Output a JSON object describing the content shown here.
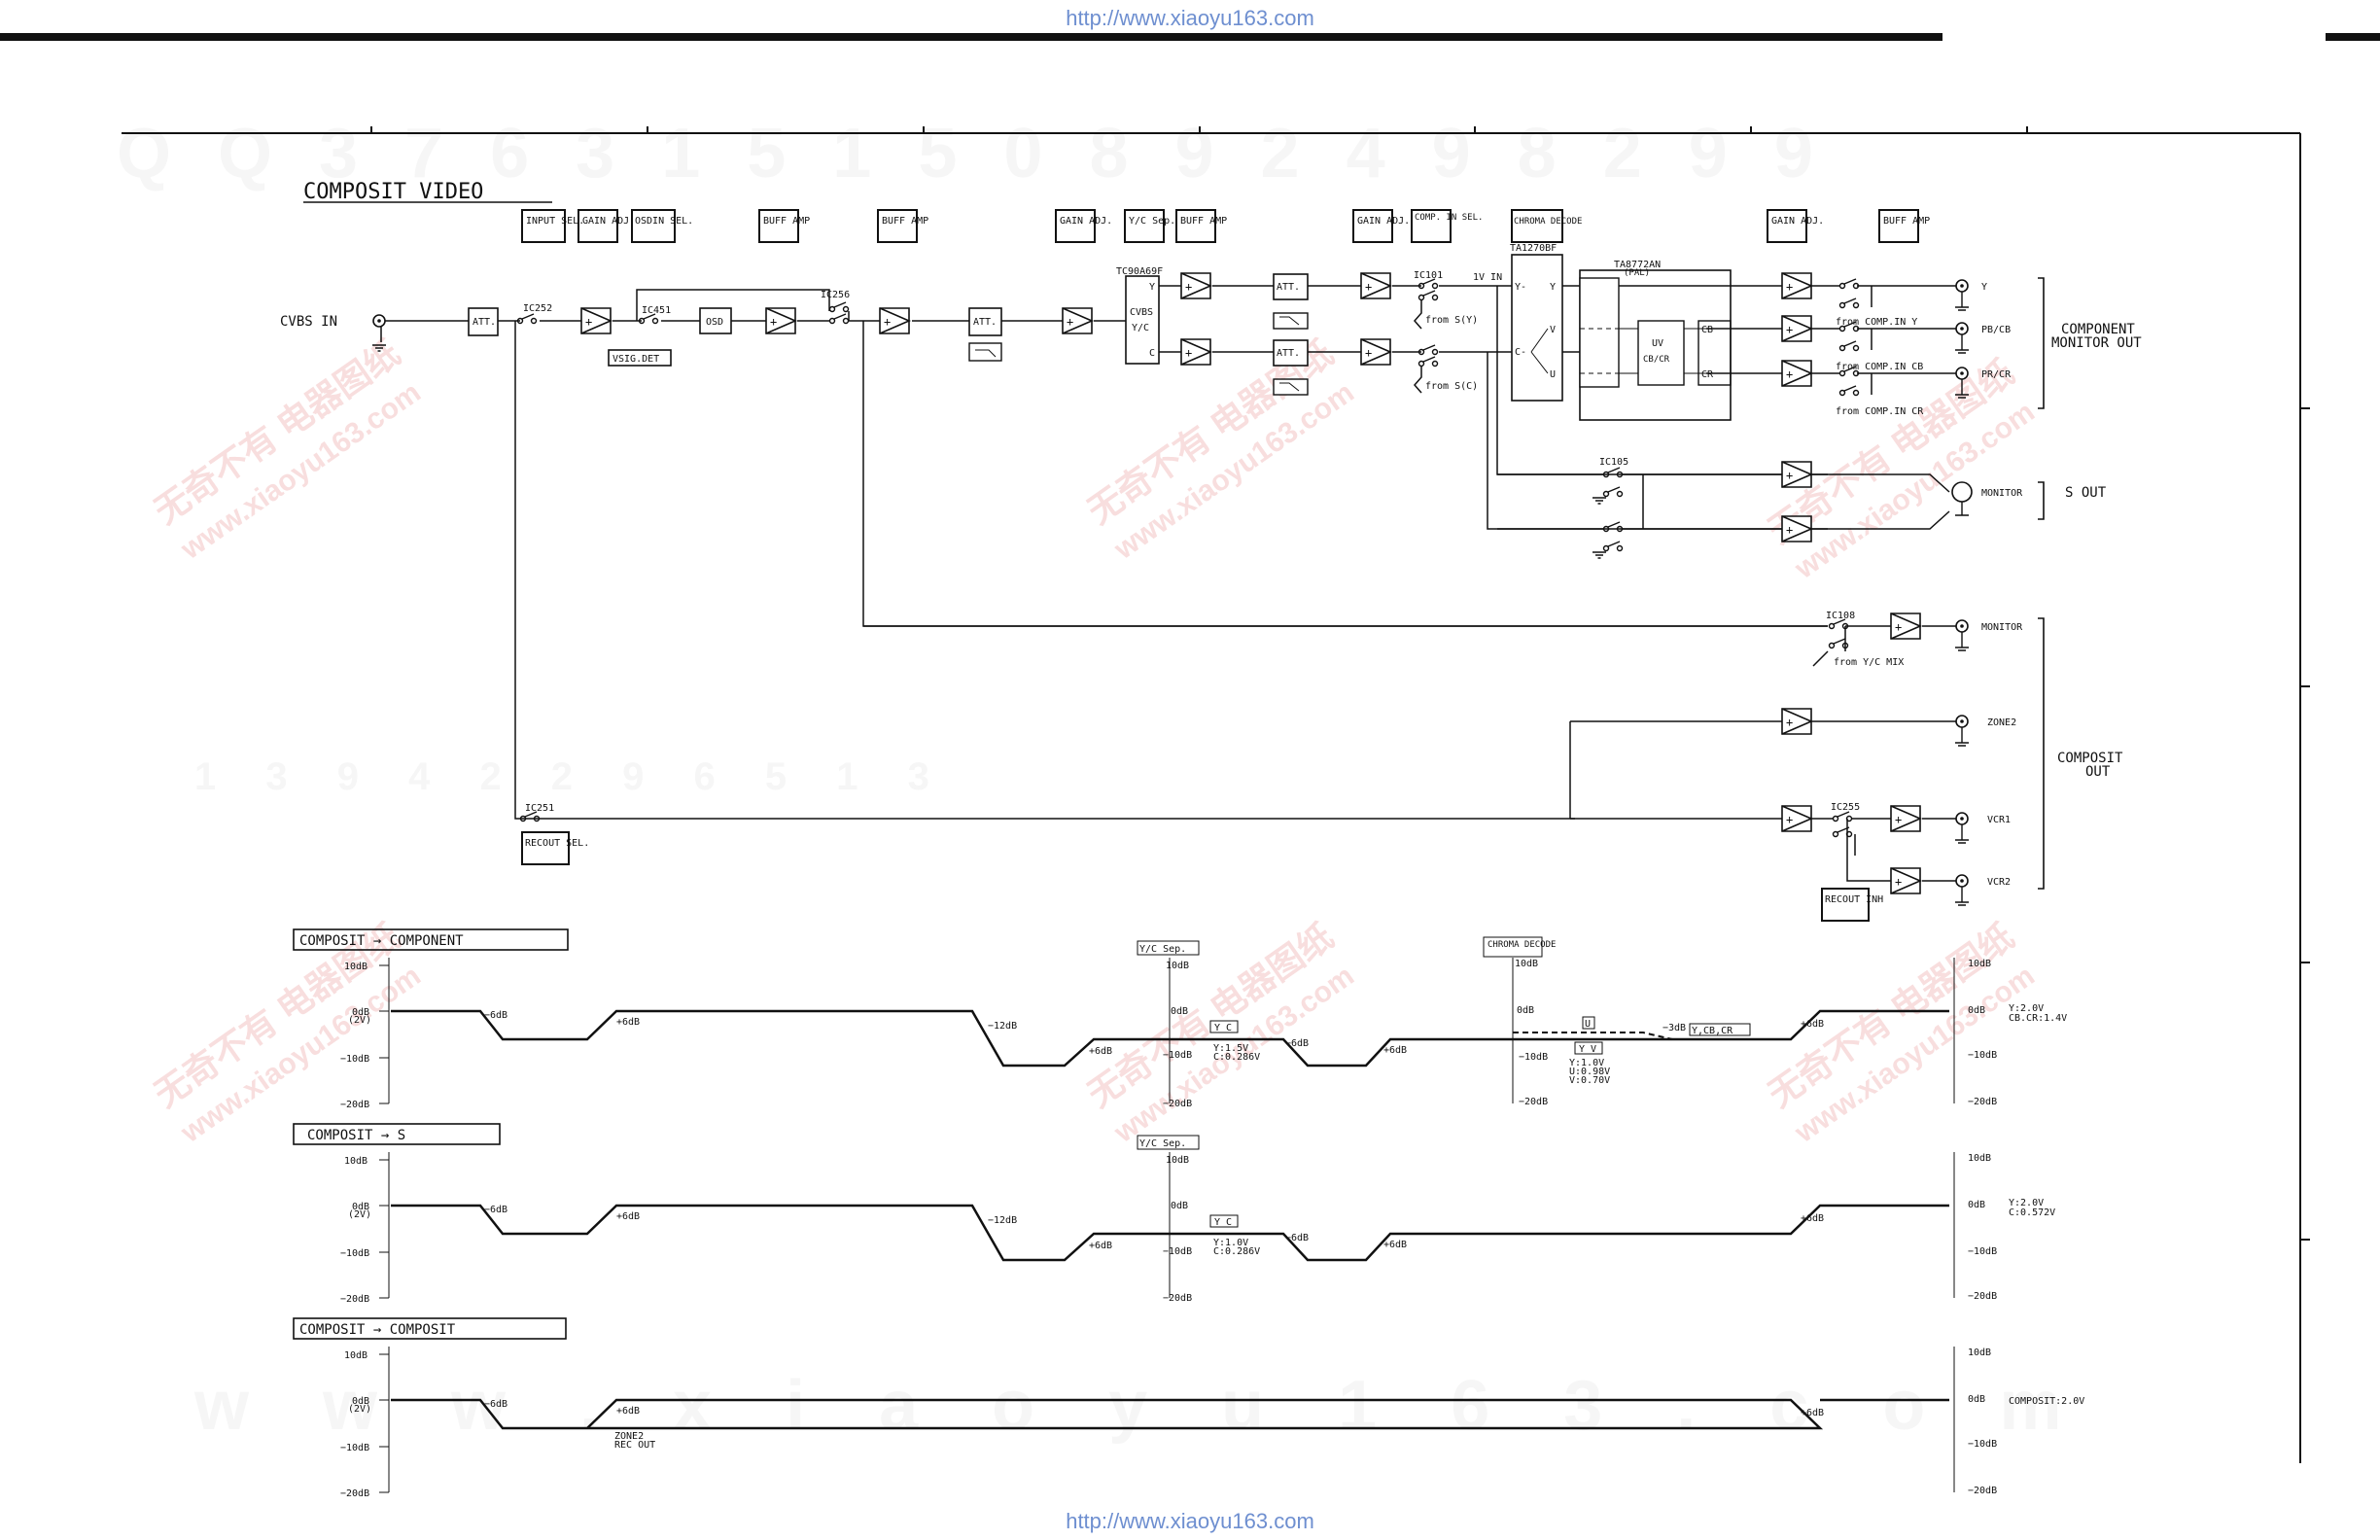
{
  "urls": {
    "top": "http://www.xiaoyu163.com",
    "bottom": "http://www.xiaoyu163.com"
  },
  "watermark": {
    "row_top": "Q Q 3 7 6 3 1 5 1 5 0   8 9 2 4 9 8 2 9 9",
    "row_mid": "1 3 9 4 2 2 9 6 5 1 3",
    "row_bottom": "w w w . x i a o y u 1 6 3 . c o m",
    "stamp_cn": "无奇不有 电器图纸",
    "stamp_url": "www.xiaoyu163.com"
  },
  "title": "COMPOSIT VIDEO",
  "function_blocks": [
    {
      "id": "input-sel",
      "text": "INPUT SEL."
    },
    {
      "id": "gain-adj-1",
      "text": "GAIN ADJ."
    },
    {
      "id": "osdin-sel",
      "text": "OSDIN SEL."
    },
    {
      "id": "buff-amp-1",
      "text": "BUFF AMP"
    },
    {
      "id": "buff-amp-2",
      "text": "BUFF AMP"
    },
    {
      "id": "gain-adj-2",
      "text": "GAIN ADJ."
    },
    {
      "id": "yc-sep",
      "text": "Y/C Sep."
    },
    {
      "id": "buff-amp-3",
      "text": "BUFF AMP"
    },
    {
      "id": "gain-adj-3",
      "text": "GAIN ADJ."
    },
    {
      "id": "comp-in-sel",
      "text": "COMP. IN SEL."
    },
    {
      "id": "chroma-decode",
      "text": "CHROMA DECODE"
    },
    {
      "id": "gain-adj-4",
      "text": "GAIN ADJ."
    },
    {
      "id": "buff-amp-4",
      "text": "BUFF AMP"
    },
    {
      "id": "recout-sel",
      "text": "RECOUT SEL."
    },
    {
      "id": "recout-inh",
      "text": "RECOUT INH"
    }
  ],
  "labels": {
    "cvbs_in": "CVBS IN",
    "ic252": "IC252",
    "ic451": "IC451",
    "ic256": "IC256",
    "ic101": "IC101",
    "ic105": "IC105",
    "ic108": "IC108",
    "ic251": "IC251",
    "ic255": "IC255",
    "vsig_det": "VSIG.DET",
    "osd": "OSD",
    "att": "ATT.",
    "tc90a69f": "TC90A69F",
    "cvbs_yc_1": "CVBS",
    "cvbs_yc_2": "Y/C",
    "y": "Y",
    "c": "C",
    "ta1270bf": "TA1270BF",
    "ta8772an": "TA8772AN",
    "pal": "(PAL)",
    "one_v_in": "1V IN",
    "y_dash": "Y-",
    "c_dash": "C-",
    "v": "V",
    "u": "U",
    "uv_1": "UV",
    "uv_2": "CB/CR",
    "cb": "CB",
    "cr": "CR",
    "from_sy": "from S(Y)",
    "from_sc": "from S(C)",
    "from_comp_y": "from COMP.IN Y",
    "from_comp_cb": "from COMP.IN CB",
    "from_comp_cr": "from COMP.IN CR",
    "from_yc_mix": "from Y/C MIX",
    "out_y": "Y",
    "out_pbcb": "PB/CB",
    "out_prcr": "PR/CR",
    "component_monitor_out_1": "COMPONENT",
    "component_monitor_out_2": "MONITOR OUT",
    "s_monitor": "MONITOR",
    "s_out": "S OUT",
    "comp_monitor": "MONITOR",
    "zone2": "ZONE2",
    "vcr1": "VCR1",
    "vcr2": "VCR2",
    "composit_out_1": "COMPOSIT",
    "composit_out_2": "OUT",
    "plus": "+"
  },
  "level_charts": [
    {
      "title": "COMPOSIT → COMPONENT",
      "scales": [
        "10dB",
        "0dB",
        "−10dB",
        "−20dB"
      ],
      "left_unit": "(2V)",
      "marks": {
        "yc_sep": "Y/C Sep.",
        "yc_box": "Y C",
        "chroma": "CHROMA DECODE",
        "yuv_box": "Y V",
        "u_box": "U",
        "ycbcr": "Y,CB,CR"
      },
      "annotations": [
        "−6dB",
        "+6dB",
        "−12dB",
        "+6dB",
        "−6dB",
        "+6dB",
        "−3dB",
        "+6dB"
      ],
      "readouts": [
        "Y:1.5V",
        "C:0.286V",
        "Y:1.0V",
        "U:0.98V",
        "V:0.70V",
        "Y:2.0V",
        "CB.CR:1.4V"
      ]
    },
    {
      "title": "COMPOSIT → S",
      "scales": [
        "10dB",
        "0dB",
        "−10dB",
        "−20dB"
      ],
      "left_unit": "(2V)",
      "marks": {
        "yc_sep": "Y/C Sep.",
        "yc_box": "Y C"
      },
      "annotations": [
        "−6dB",
        "+6dB",
        "−12dB",
        "+6dB",
        "−6dB",
        "+6dB",
        "+6dB"
      ],
      "readouts": [
        "Y:1.0V",
        "C:0.286V",
        "Y:2.0V",
        "C:0.572V"
      ]
    },
    {
      "title": "COMPOSIT → COMPOSIT",
      "scales": [
        "10dB",
        "0dB",
        "−10dB",
        "−20dB"
      ],
      "left_unit": "(2V)",
      "annotations": [
        "−6dB",
        "+6dB",
        "+6dB"
      ],
      "zone_note": [
        "ZONE2",
        "REC OUT"
      ],
      "readouts": [
        "COMPOSIT:2.0V"
      ]
    }
  ]
}
